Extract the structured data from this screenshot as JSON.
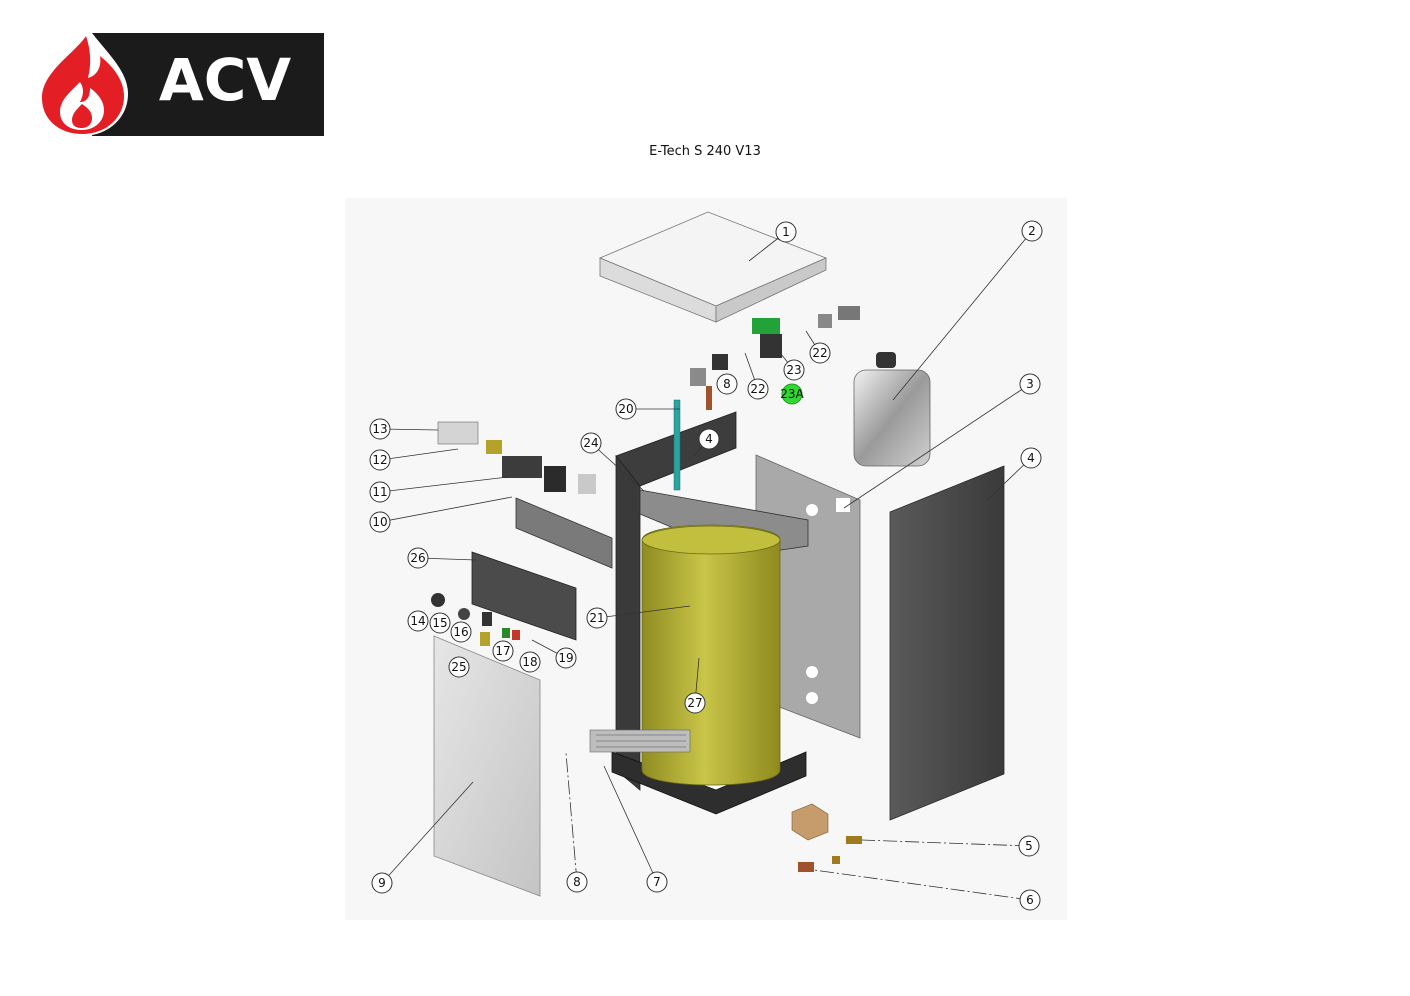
{
  "brand": {
    "name": "ACV",
    "color_red": "#e31e24",
    "color_dark": "#1b1b1b"
  },
  "title": "E-Tech S 240 V13",
  "callouts": [
    {
      "id": "c1",
      "label": "1"
    },
    {
      "id": "c2",
      "label": "2"
    },
    {
      "id": "c3",
      "label": "3"
    },
    {
      "id": "c4a",
      "label": "4"
    },
    {
      "id": "c4b",
      "label": "4"
    },
    {
      "id": "c5",
      "label": "5"
    },
    {
      "id": "c6",
      "label": "6"
    },
    {
      "id": "c7",
      "label": "7"
    },
    {
      "id": "c8a",
      "label": "8"
    },
    {
      "id": "c8b",
      "label": "8"
    },
    {
      "id": "c9",
      "label": "9"
    },
    {
      "id": "c10",
      "label": "10"
    },
    {
      "id": "c11",
      "label": "11"
    },
    {
      "id": "c12",
      "label": "12"
    },
    {
      "id": "c13",
      "label": "13"
    },
    {
      "id": "c14",
      "label": "14"
    },
    {
      "id": "c15",
      "label": "15"
    },
    {
      "id": "c16",
      "label": "16"
    },
    {
      "id": "c17",
      "label": "17"
    },
    {
      "id": "c18",
      "label": "18"
    },
    {
      "id": "c19",
      "label": "19"
    },
    {
      "id": "c20",
      "label": "20"
    },
    {
      "id": "c21",
      "label": "21"
    },
    {
      "id": "c22a",
      "label": "22"
    },
    {
      "id": "c22b",
      "label": "22"
    },
    {
      "id": "c23",
      "label": "23"
    },
    {
      "id": "c23a",
      "label": "23A"
    },
    {
      "id": "c24",
      "label": "24"
    },
    {
      "id": "c25",
      "label": "25"
    },
    {
      "id": "c26",
      "label": "26"
    },
    {
      "id": "c27",
      "label": "27"
    }
  ],
  "colors": {
    "tank": "#b7b33a",
    "panel_dark": "#4a4a4a",
    "panel_light": "#d9d9d9",
    "highlight": "#33d733"
  }
}
